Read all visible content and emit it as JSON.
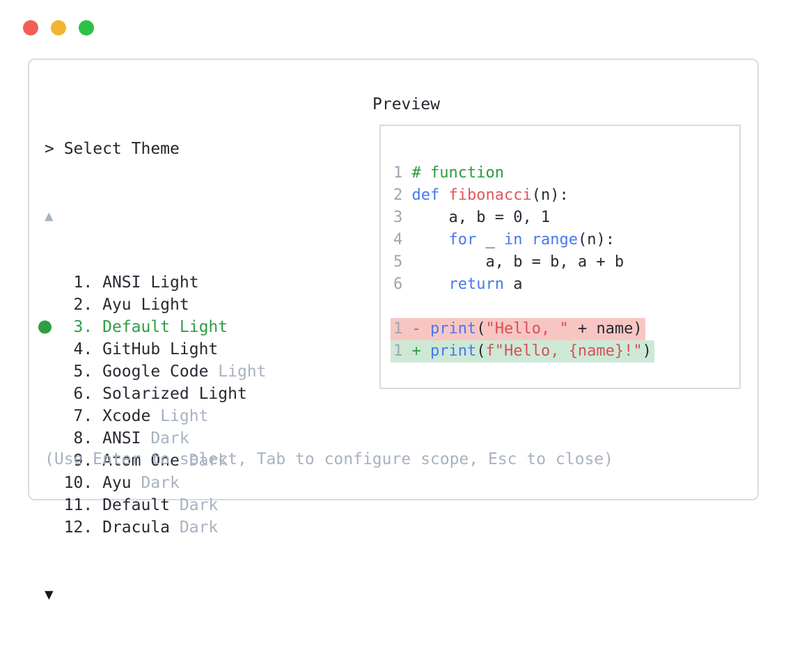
{
  "window": {
    "traffic_lights": [
      {
        "name": "close",
        "color": "#f15e56"
      },
      {
        "name": "minimize",
        "color": "#f2b52f"
      },
      {
        "name": "zoom",
        "color": "#2fc144"
      }
    ]
  },
  "colors": {
    "text": "#262b33",
    "muted": "#a8b2c2",
    "selected": "#2f9e44",
    "comment": "#2a9c3e",
    "keyword": "#4678f0",
    "func": "#e0575b",
    "string": "#d94f54",
    "diff_minus": "#e05252",
    "diff_plus": "#2f9e44",
    "diff_minus_bg": "#f7c6c3",
    "diff_plus_bg": "#cde9d6",
    "line_number": "#9ba6b6",
    "panel_border": "#d7dce4",
    "box_border": "#d5dae1"
  },
  "theme_picker": {
    "prompt": "> Select Theme",
    "scroll_up_icon": "▲",
    "scroll_down_icon": "▼",
    "items": [
      {
        "number": 1,
        "name": "ANSI Light",
        "variant": "",
        "variant_muted": false,
        "selected": false
      },
      {
        "number": 2,
        "name": "Ayu Light",
        "variant": "",
        "variant_muted": false,
        "selected": false
      },
      {
        "number": 3,
        "name": "Default Light",
        "variant": "",
        "variant_muted": false,
        "selected": true
      },
      {
        "number": 4,
        "name": "GitHub Light",
        "variant": "",
        "variant_muted": false,
        "selected": false
      },
      {
        "number": 5,
        "name": "Google Code",
        "variant": "Light",
        "variant_muted": true,
        "selected": false
      },
      {
        "number": 6,
        "name": "Solarized Light",
        "variant": "",
        "variant_muted": false,
        "selected": false
      },
      {
        "number": 7,
        "name": "Xcode",
        "variant": "Light",
        "variant_muted": true,
        "selected": false
      },
      {
        "number": 8,
        "name": "ANSI",
        "variant": "Dark",
        "variant_muted": true,
        "selected": false
      },
      {
        "number": 9,
        "name": "Atom One",
        "variant": "Dark",
        "variant_muted": true,
        "selected": false
      },
      {
        "number": 10,
        "name": "Ayu",
        "variant": "Dark",
        "variant_muted": true,
        "selected": false
      },
      {
        "number": 11,
        "name": "Default",
        "variant": "Dark",
        "variant_muted": true,
        "selected": false
      },
      {
        "number": 12,
        "name": "Dracula",
        "variant": "Dark",
        "variant_muted": true,
        "selected": false
      }
    ],
    "hint": "(Use Enter to select, Tab to configure scope, Esc to close)"
  },
  "preview": {
    "title": "Preview",
    "code": [
      {
        "number": "1",
        "tokens": [
          [
            "# function",
            "comment"
          ]
        ]
      },
      {
        "number": "2",
        "tokens": [
          [
            "def ",
            "keyword"
          ],
          [
            "fibonacci",
            "func"
          ],
          [
            "(n):",
            "text"
          ]
        ]
      },
      {
        "number": "3",
        "tokens": [
          [
            "    a, b = 0, 1",
            "text"
          ]
        ]
      },
      {
        "number": "4",
        "tokens": [
          [
            "    ",
            "text"
          ],
          [
            "for",
            "keyword"
          ],
          [
            " _ ",
            "text"
          ],
          [
            "in",
            "keyword"
          ],
          [
            " ",
            "text"
          ],
          [
            "range",
            "keyword"
          ],
          [
            "(n):",
            "text"
          ]
        ]
      },
      {
        "number": "5",
        "tokens": [
          [
            "        a, b = b, a + b",
            "text"
          ]
        ]
      },
      {
        "number": "6",
        "tokens": [
          [
            "    ",
            "text"
          ],
          [
            "return",
            "keyword"
          ],
          [
            " a",
            "text"
          ]
        ]
      },
      {
        "blank": true
      },
      {
        "number": "1",
        "diff": "removed",
        "bg": "diff_minus_bg",
        "tokens": [
          [
            "- ",
            "diff_minus"
          ],
          [
            "print",
            "keyword"
          ],
          [
            "(",
            "text"
          ],
          [
            "\"Hello, \"",
            "string"
          ],
          [
            " + name)",
            "text"
          ]
        ]
      },
      {
        "number": "1",
        "diff": "added",
        "bg": "diff_plus_bg",
        "tokens": [
          [
            "+ ",
            "diff_plus"
          ],
          [
            "print",
            "keyword"
          ],
          [
            "(",
            "text"
          ],
          [
            "f\"Hello, {name}!\"",
            "string"
          ],
          [
            ")",
            "text"
          ]
        ]
      }
    ]
  }
}
